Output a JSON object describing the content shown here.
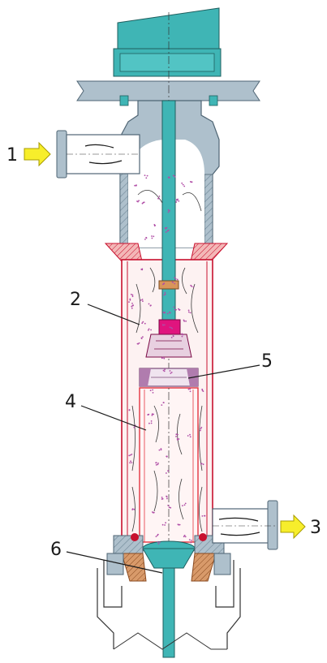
{
  "diagram": {
    "callouts": [
      {
        "id": "1",
        "text": "1"
      },
      {
        "id": "2",
        "text": "2"
      },
      {
        "id": "3",
        "text": "3"
      },
      {
        "id": "4",
        "text": "4"
      },
      {
        "id": "5",
        "text": "5"
      },
      {
        "id": "6",
        "text": "6"
      }
    ],
    "colors": {
      "motor": "#3fb5b5",
      "housing": "#aec0cc",
      "housing_dark": "#7f97a7",
      "shaft": "#3fb5b5",
      "outer_tube": "#c8102e",
      "inner_tube": "#e3333f",
      "particles": "#b04da6",
      "flow_lines": "#3a3a3a",
      "arrow": "#f7ee2b",
      "arrow_outline": "#a89c00",
      "seal": "#d45a5a",
      "bearing": "#c9824f",
      "impeller": "#e0147e",
      "ring": "#b07cae"
    },
    "icons": [
      "inlet-arrow-icon",
      "outlet-arrow-icon"
    ]
  }
}
